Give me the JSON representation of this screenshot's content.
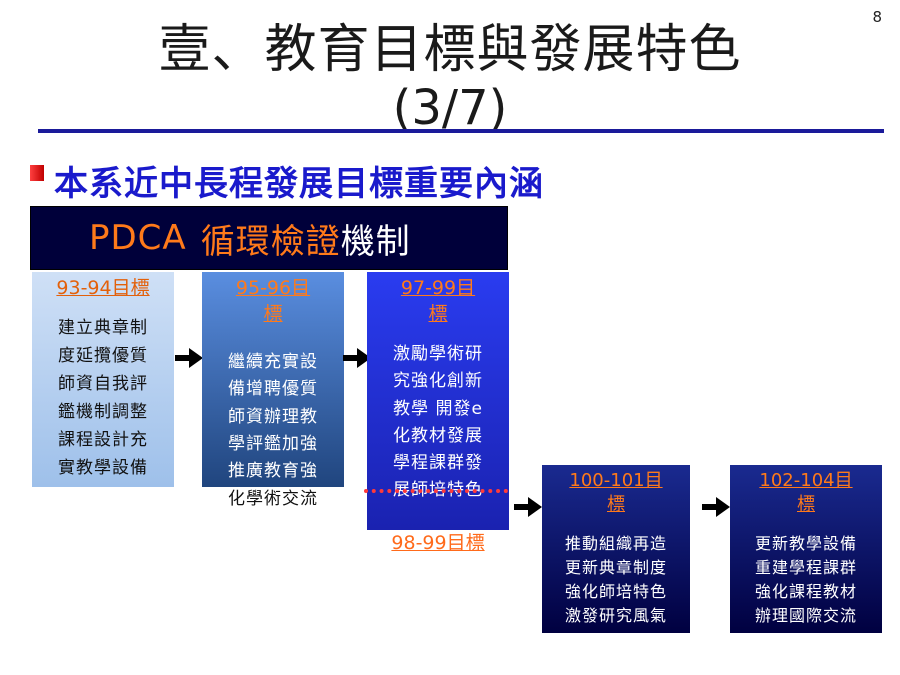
{
  "page_number": "8",
  "title": {
    "main": "壹、教育目標與發展特色",
    "sub": "(3/7)"
  },
  "subtitle": "本系近中長程發展目標重要內涵",
  "pdca": {
    "part1": "PDCA",
    "part2": "循環檢證",
    "part3": "機制"
  },
  "stages": [
    {
      "head": "93-94目標",
      "lines": [
        "建立典章制",
        "度延攬優質",
        "師資自我評",
        "鑑機制調整",
        "課程設計充",
        "實教學設備"
      ]
    },
    {
      "head_lines": [
        "95-96目",
        "標"
      ],
      "lines": [
        "繼續充實設",
        "備增聘優質",
        "師資辦理教",
        "學評鑑加強",
        "推廣教育強"
      ],
      "overflow": "化學術交流"
    },
    {
      "head_lines": [
        "97-99目",
        "標"
      ],
      "lines": [
        "激勵學術研",
        "究強化創新",
        "教學 開發e",
        "化教材發展",
        "學程課群發",
        "展師培特色"
      ],
      "caption": "98-99目標"
    },
    {
      "head_lines": [
        "100-101目",
        "標"
      ],
      "lines": [
        "推動組織再造",
        "更新典章制度",
        "強化師培特色",
        "激發研究風氣"
      ]
    },
    {
      "head_lines": [
        "102-104目",
        "標"
      ],
      "lines": [
        "更新教學設備",
        "重建學程課群",
        "強化課程教材",
        "辦理國際交流"
      ]
    }
  ],
  "colors": {
    "accent_orange": "#ff7a1a",
    "title_blue": "#1a1acc",
    "rule_blue": "#1a1a9a"
  }
}
